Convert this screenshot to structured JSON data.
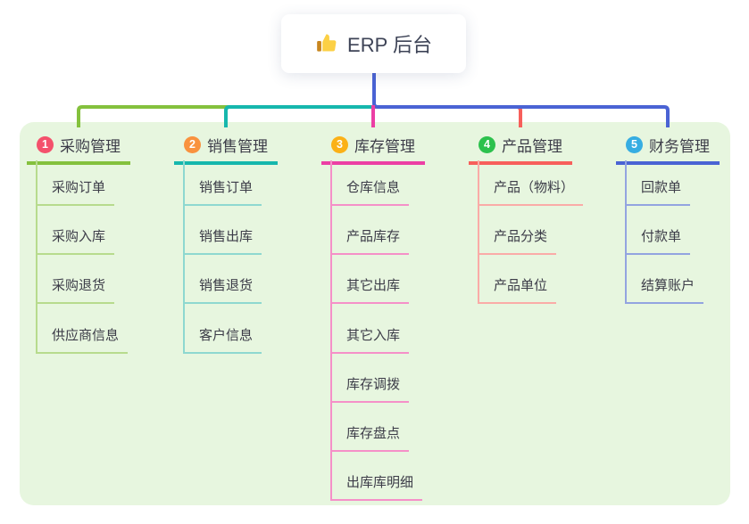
{
  "root": {
    "label": "ERP 后台",
    "icon": "thumbs-up-icon"
  },
  "panel": {
    "background": "#e7f6df"
  },
  "colors": {
    "root_line": "#4a63d4",
    "text": "#3c3c48",
    "root_text": "#3d4356"
  },
  "branches": [
    {
      "index": "1",
      "label": "采购管理",
      "color": "#84c13d",
      "sub_color": "#b7db8d",
      "badge_color": "#f4516c",
      "children": [
        "采购订单",
        "采购入库",
        "采购退货",
        "供应商信息"
      ]
    },
    {
      "index": "2",
      "label": "销售管理",
      "color": "#16b7ad",
      "sub_color": "#8ed8d0",
      "badge_color": "#f9923e",
      "children": [
        "销售订单",
        "销售出库",
        "销售退货",
        "客户信息"
      ]
    },
    {
      "index": "3",
      "label": "库存管理",
      "color": "#ec3fa4",
      "sub_color": "#f590c8",
      "badge_color": "#fbb117",
      "children": [
        "仓库信息",
        "产品库存",
        "其它出库",
        "其它入库",
        "库存调拨",
        "库存盘点",
        "出库库明细"
      ]
    },
    {
      "index": "4",
      "label": "产品管理",
      "color": "#f75f5b",
      "sub_color": "#faaba7",
      "badge_color": "#2cc14d",
      "children": [
        "产品（物料）",
        "产品分类",
        "产品单位"
      ]
    },
    {
      "index": "5",
      "label": "财务管理",
      "color": "#4a63d4",
      "sub_color": "#93a4e0",
      "badge_color": "#36ade2",
      "children": [
        "回款单",
        "付款单",
        "结算账户"
      ]
    }
  ]
}
